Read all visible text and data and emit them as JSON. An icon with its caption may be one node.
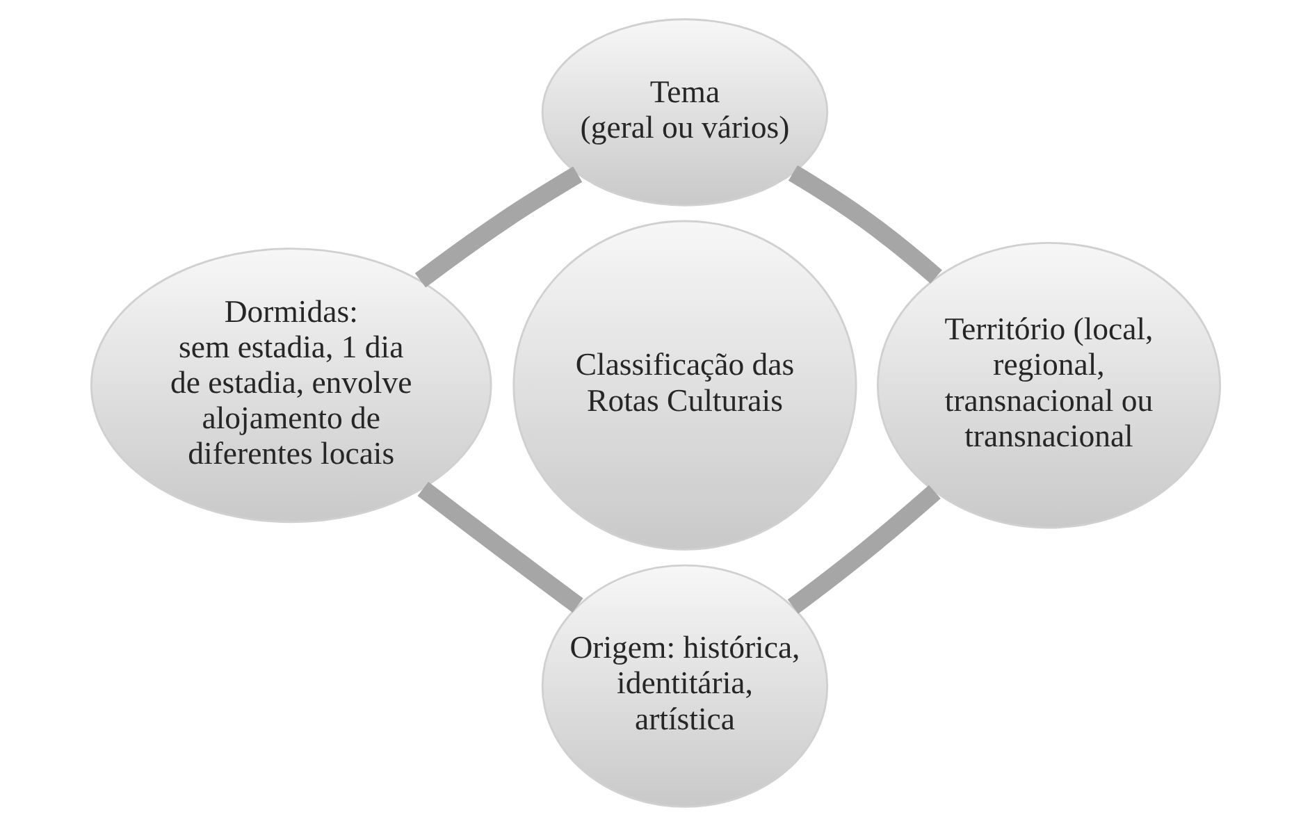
{
  "diagram": {
    "nodes": [
      {
        "text": [
          "Tema",
          "(geral ou vários)"
        ]
      },
      {
        "text": [
          "Dormidas:",
          "sem estadia, 1 dia de estadia, envolve alojamento de diferentes locais"
        ]
      },
      {
        "text": [
          "Classificação das Rotas Culturais"
        ]
      },
      {
        "text": [
          "Território (local, regional, transnacional ou transnacional"
        ]
      },
      {
        "text": [
          "Origem: histórica, identitária, artística"
        ]
      }
    ],
    "edges": [
      {
        "from": 0,
        "to": 3,
        "arrow": "none"
      },
      {
        "from": 3,
        "to": 4,
        "arrow": "none"
      },
      {
        "from": 4,
        "to": 1,
        "arrow": "none"
      },
      {
        "from": 1,
        "to": 0,
        "arrow": "none"
      }
    ]
  }
}
